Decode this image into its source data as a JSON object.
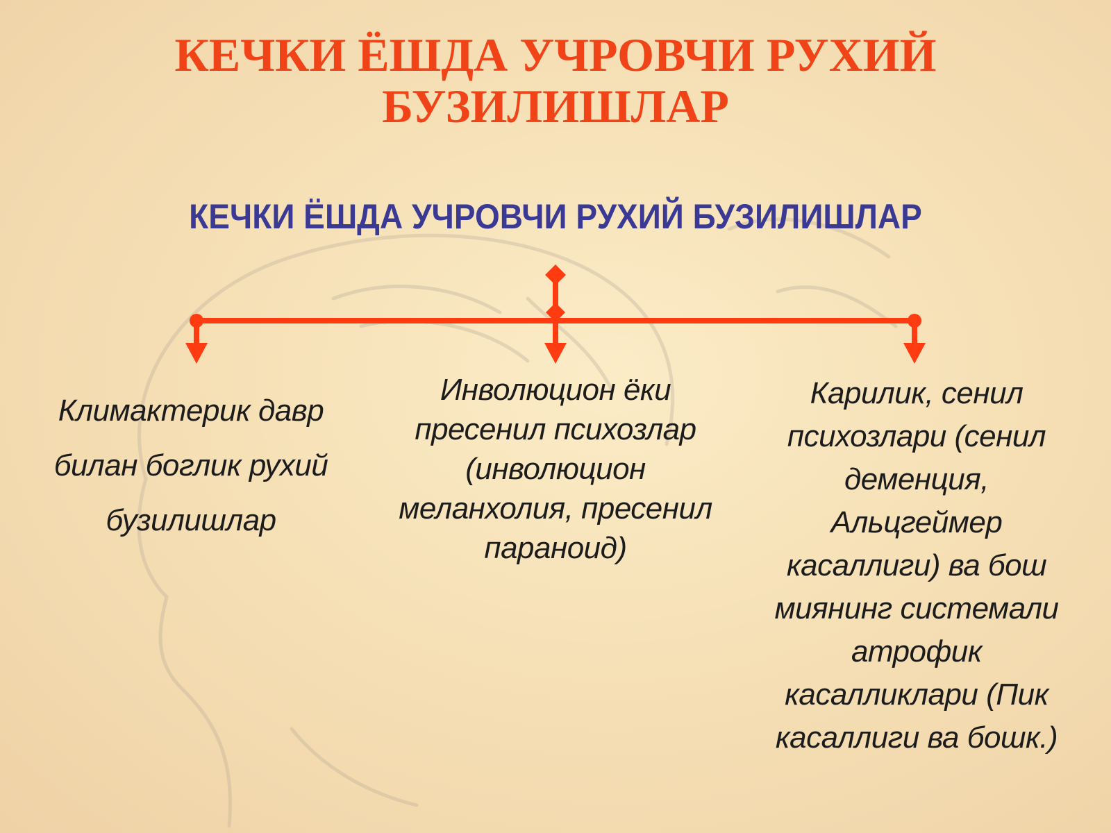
{
  "title_lines": [
    "КЕЧКИ ЁШДА УЧРОВЧИ РУХИЙ",
    "БУЗИЛИШЛАР"
  ],
  "root": "КЕЧКИ ЁШДА УЧРОВЧИ РУХИЙ БУЗИЛИШЛАР",
  "branches": [
    {
      "lines": [
        "Климактерик давр",
        "билан боглик рухий",
        "бузилишлар"
      ]
    },
    {
      "lines": [
        "Инволюцион ёки",
        "пресенил психозлар",
        "(инволюцион",
        "меланхолия, пресенил",
        "параноид)"
      ]
    },
    {
      "lines": [
        "Карилик, сенил",
        "психозлари (сенил",
        "деменция,",
        "Альцгеймер",
        "касаллиги) ва бош",
        "миянинг системали",
        "атрофик",
        "касалликлари (Пик",
        "касаллиги ва бошк.)"
      ]
    }
  ],
  "colors": {
    "title": "#f04418",
    "root": "#3a3a95",
    "connector": "#ff3b12",
    "branch_text": "#1c1c1c"
  }
}
